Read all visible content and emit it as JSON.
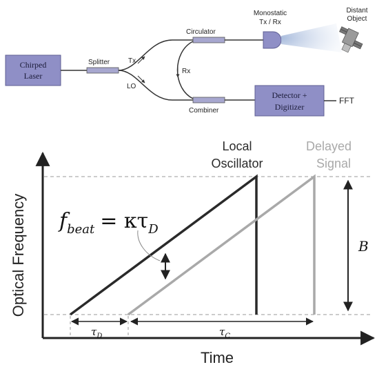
{
  "setup": {
    "chirped_laser": [
      "Chirped",
      "Laser"
    ],
    "splitter": "Splitter",
    "tx": "Tx",
    "lo": "LO",
    "rx": "Rx",
    "circulator": "Circulator",
    "combiner": "Combiner",
    "monostatic": [
      "Monostatic",
      "Tx / Rx"
    ],
    "distant_object": [
      "Distant",
      "Object"
    ],
    "detector": [
      "Detector +",
      "Digitizer"
    ],
    "fft": "FFT"
  },
  "plot": {
    "local_oscillator": [
      "Local",
      "Oscillator"
    ],
    "delayed_signal": [
      "Delayed",
      "Signal"
    ],
    "ylabel": "Optical Frequency",
    "xlabel": "Time",
    "bandwidth": "B",
    "formula": {
      "f": "f",
      "beat": "beat",
      "equals": "= κτ",
      "d": "D"
    },
    "tau": "τ",
    "tau_d_sub": "D",
    "tau_c_sub": "C",
    "colors": {
      "local_oscillator": "#2a2a2a",
      "delayed_signal": "#a9a9a9",
      "box_fill": "#8f8fc6"
    }
  }
}
